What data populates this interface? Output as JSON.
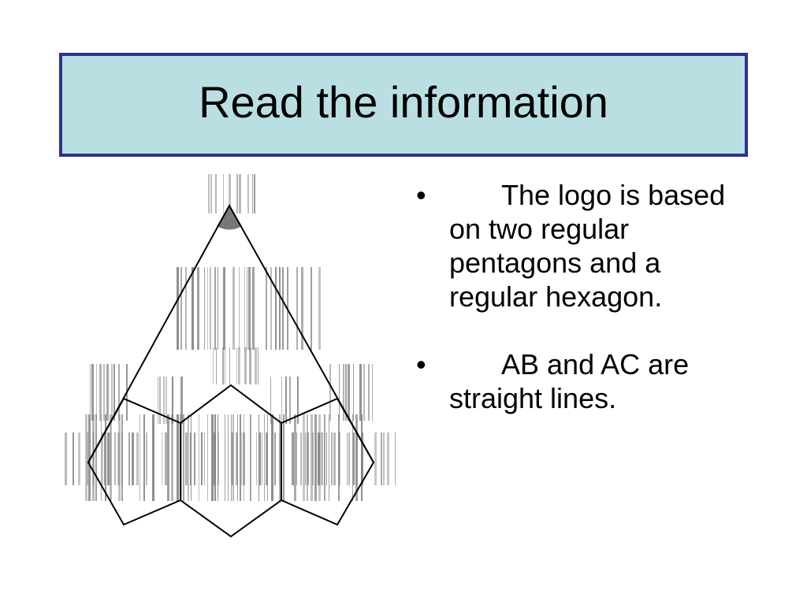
{
  "title": "Read the information",
  "bullets": [
    {
      "marker": "•",
      "text": "The logo is based on two regular pentagons and a regular hexagon."
    },
    {
      "marker": "•",
      "text": "AB and AC are straight lines."
    }
  ],
  "colors": {
    "title_background": "#b9dfe3",
    "title_border": "#2e3192",
    "line": "#000000",
    "stripes": "#808080",
    "apex_fill": "#777777"
  }
}
